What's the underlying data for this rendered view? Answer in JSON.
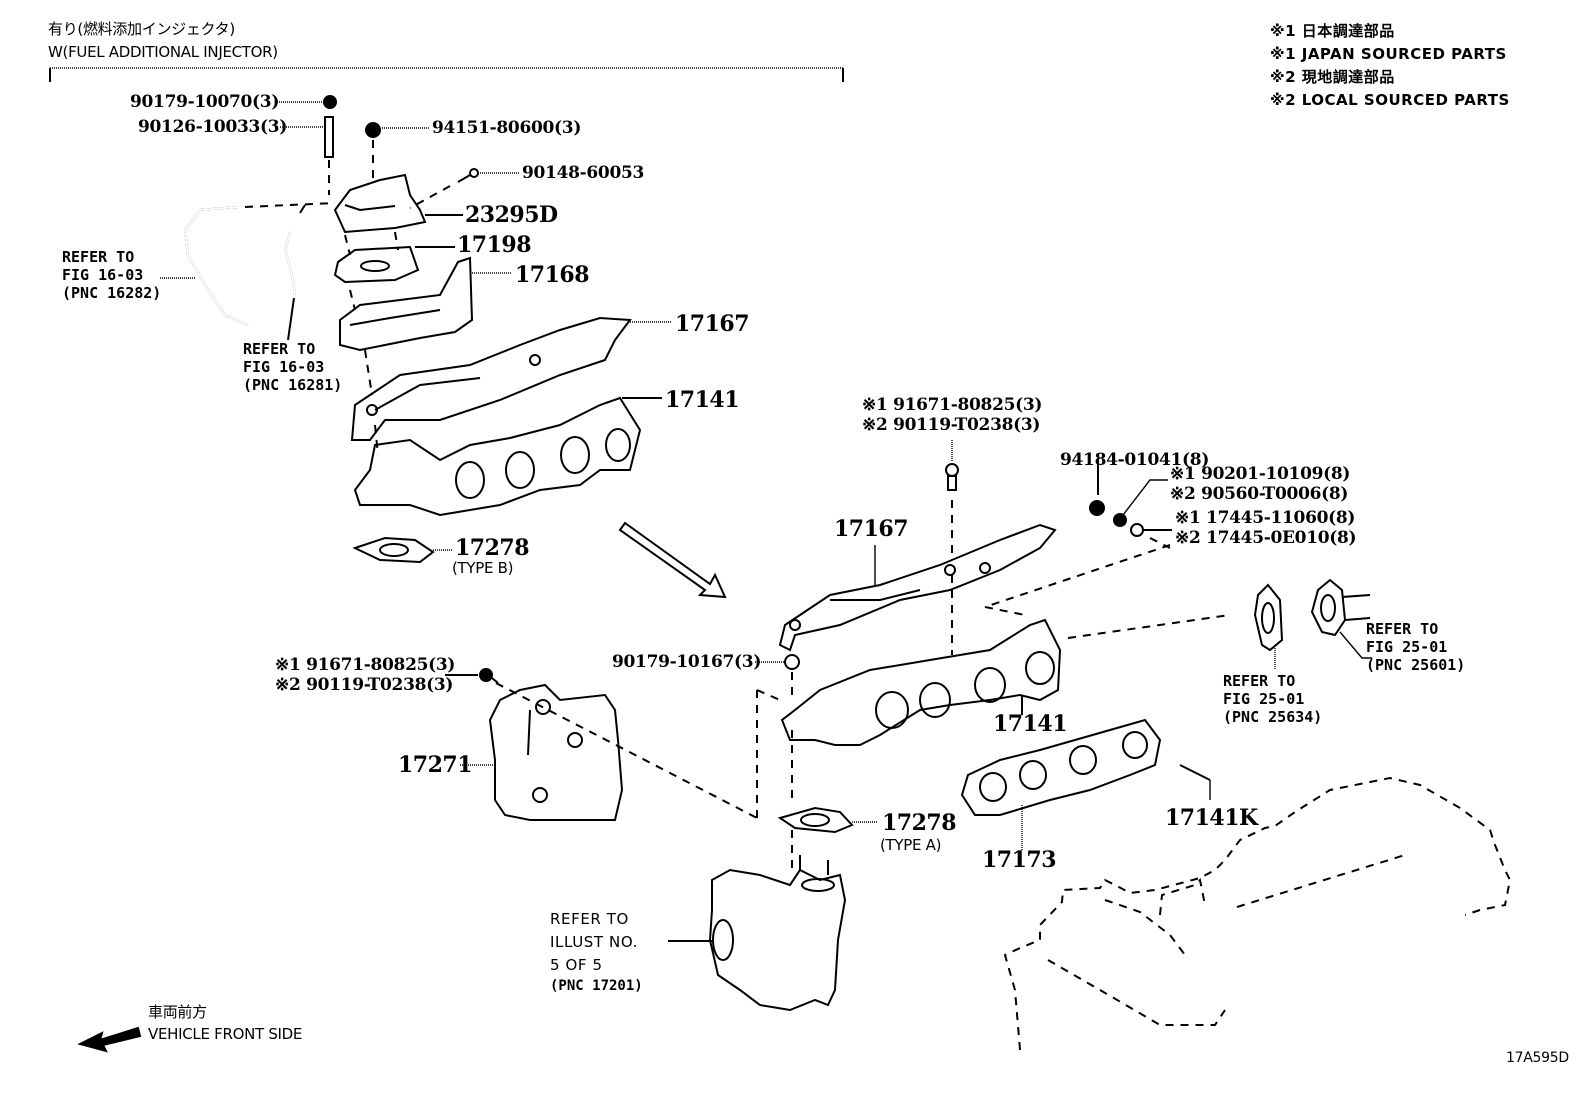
{
  "header": {
    "title_ja": "有り(燃料添加インジェクタ)",
    "title_en": "W(FUEL ADDITIONAL INJECTOR)"
  },
  "notes": {
    "lines": [
      "※1 日本調達部品",
      "※1 JAPAN SOURCED PARTS",
      "※2 現地調達部品",
      "※2 LOCAL SOURCED PARTS"
    ]
  },
  "parts": {
    "p_90179_10070": "90179-10070(3)",
    "p_90126_10033": "90126-10033(3)",
    "p_94151_80600": "94151-80600(3)",
    "p_90148_60053": "90148-60053",
    "p_23295D": "23295D",
    "p_17198": "17198",
    "p_17168": "17168",
    "p_17167_top": "17167",
    "p_17141_top": "17141",
    "p_17278_b": "17278",
    "p_17278_b_type": "(TYPE B)",
    "p_right_bolt_1": "※1 91671-80825(3)",
    "p_right_bolt_2": "※2 90119-T0238(3)",
    "p_94184_01041": "94184-01041(8)",
    "p_nut_1": "※1 90201-10109(8)",
    "p_nut_2": "※2 90560-T0006(8)",
    "p_stud_1": "※1 17445-11060(8)",
    "p_stud_2": "※2 17445-0E010(8)",
    "p_17167_mid": "17167",
    "p_90179_10167": "90179-10167(3)",
    "p_17141_mid": "17141",
    "p_left_bolt_1": "※1 91671-80825(3)",
    "p_left_bolt_2": "※2 90119-T0238(3)",
    "p_17271": "17271",
    "p_17278_a": "17278",
    "p_17278_a_type": "(TYPE A)",
    "p_17173": "17173",
    "p_17141K": "17141K"
  },
  "references": {
    "ref_16282": [
      "REFER TO",
      "FIG 16-03",
      "(PNC 16282)"
    ],
    "ref_16281": [
      "REFER TO",
      "FIG 16-03",
      "(PNC 16281)"
    ],
    "ref_25634": [
      "REFER TO",
      "FIG 25-01",
      "(PNC 25634)"
    ],
    "ref_25601": [
      "REFER TO",
      "FIG 25-01",
      "(PNC 25601)"
    ],
    "ref_17201": [
      "REFER TO",
      "ILLUST NO.",
      "5 OF 5",
      "(PNC 17201)"
    ]
  },
  "orientation": {
    "label_ja": "車両前方",
    "label_en": "VEHICLE FRONT SIDE"
  },
  "illustration_id": "17A595D"
}
